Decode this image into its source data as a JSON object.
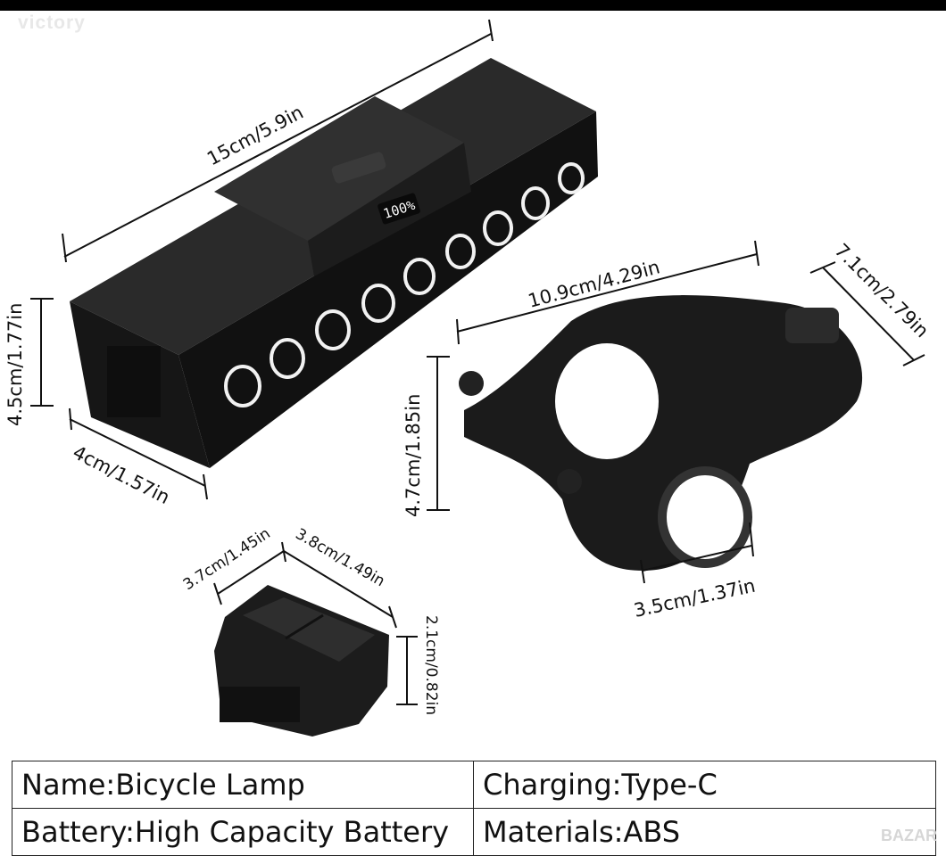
{
  "watermark": "victory",
  "watermark_corner": "BAZAR",
  "lamp": {
    "length_label": "15cm/5.9in",
    "height_label": "4.5cm/1.77in",
    "depth_label": "4cm/1.57in",
    "display_text": "100%"
  },
  "mount": {
    "length_label": "10.9cm/4.29in",
    "width_label": "7.1cm/2.79in",
    "height_label": "4.7cm/1.85in",
    "ring_label": "3.5cm/1.37in"
  },
  "remote": {
    "length_label": "3.7cm/1.45in",
    "width_label": "3.8cm/1.49in",
    "height_label": "2.1cm/0.82in"
  },
  "specs": {
    "name": "Name:Bicycle Lamp",
    "charging": "Charging:Type-C",
    "battery": "Battery:High Capacity Battery",
    "materials": "Materials:ABS"
  },
  "colors": {
    "product": "#1b1b1b",
    "led_ring": "#f2f2f2",
    "background": "#ffffff"
  }
}
